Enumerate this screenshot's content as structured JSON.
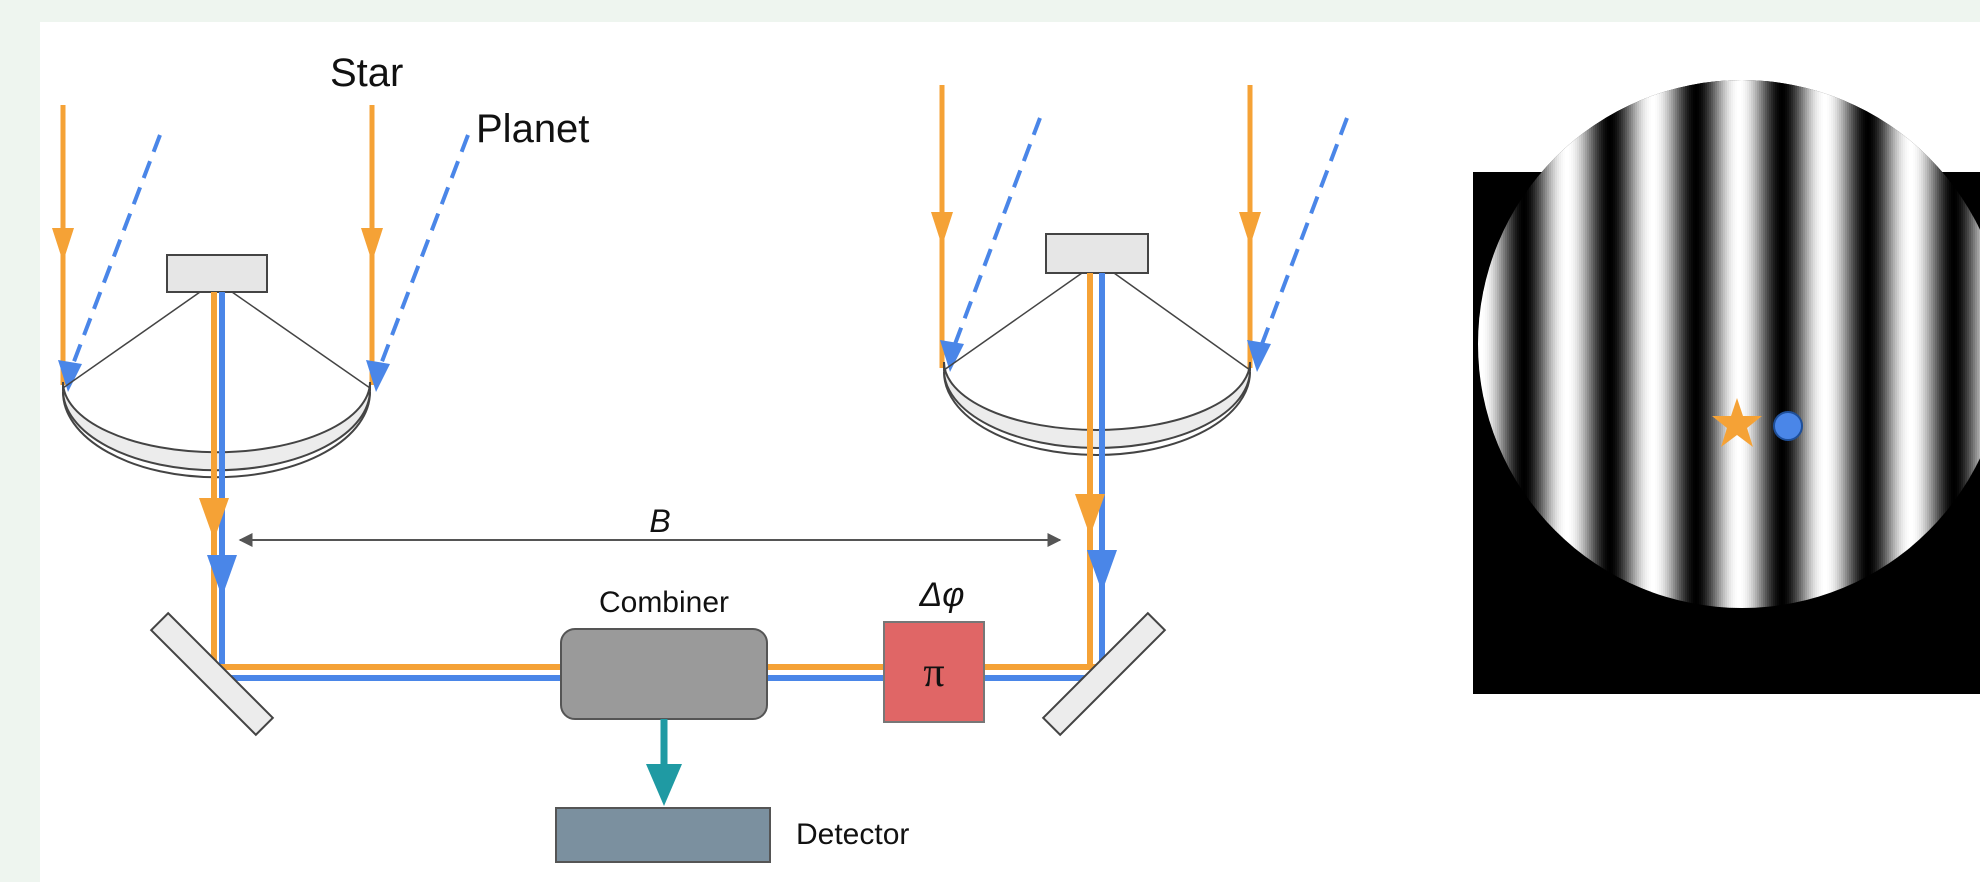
{
  "diagram": {
    "labels": {
      "star": "Star",
      "planet": "Planet",
      "baseline": "B",
      "combiner": "Combiner",
      "phase_shift": "Δφ",
      "pi": "π",
      "detector": "Detector"
    },
    "colors": {
      "background": "#eef5ef",
      "star_beam": "#f5a236",
      "planet_beam": "#4a86e8",
      "output_beam": "#1f9aa3",
      "combiner_fill": "#9a9a9a",
      "phase_shifter_fill": "#e06666",
      "detector_fill": "#7b909f",
      "fringe_background": "#000000",
      "star_marker": "#f5a236",
      "planet_marker": "#4a86e8"
    },
    "icons": {
      "star_marker": "star-icon",
      "planet_marker": "circle-icon"
    }
  }
}
